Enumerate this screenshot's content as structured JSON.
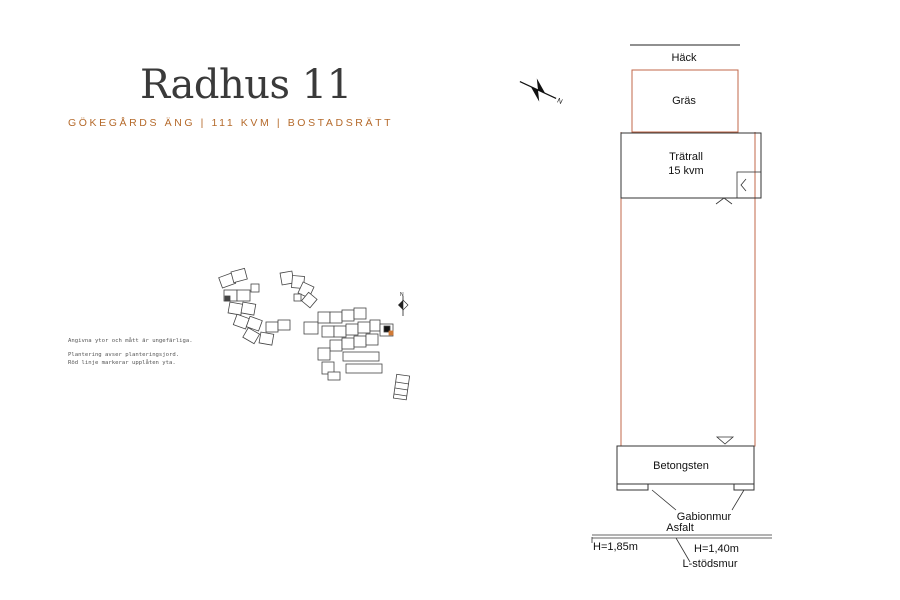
{
  "title": "Radhus 11",
  "subtitle": "GÖKEGÅRDS ÄNG | 111 KVM | BOSTADSRÄTT",
  "notes": {
    "line1": "Angivna ytor och mått är ungefärliga.",
    "line2": "Plantering avser planteringsjord.",
    "line3": "Röd linje markerar upplåten yta."
  },
  "plan": {
    "hedge": "Häck",
    "lawn": "Gräs",
    "deck": "Trätrall",
    "deck_area": "15 kvm",
    "concrete": "Betongsten",
    "gabion": "Gabionmur",
    "asphalt": "Asfalt",
    "height_left": "H=1,85m",
    "height_right": "H=1,40m",
    "retaining_wall": "L-stödsmur"
  },
  "north": "N",
  "colors": {
    "accent": "#b56a2b",
    "plot_line": "#c0674a",
    "text": "#3a3a3a"
  },
  "icons": [
    "north-arrow-icon",
    "site-north-arrow-icon"
  ]
}
